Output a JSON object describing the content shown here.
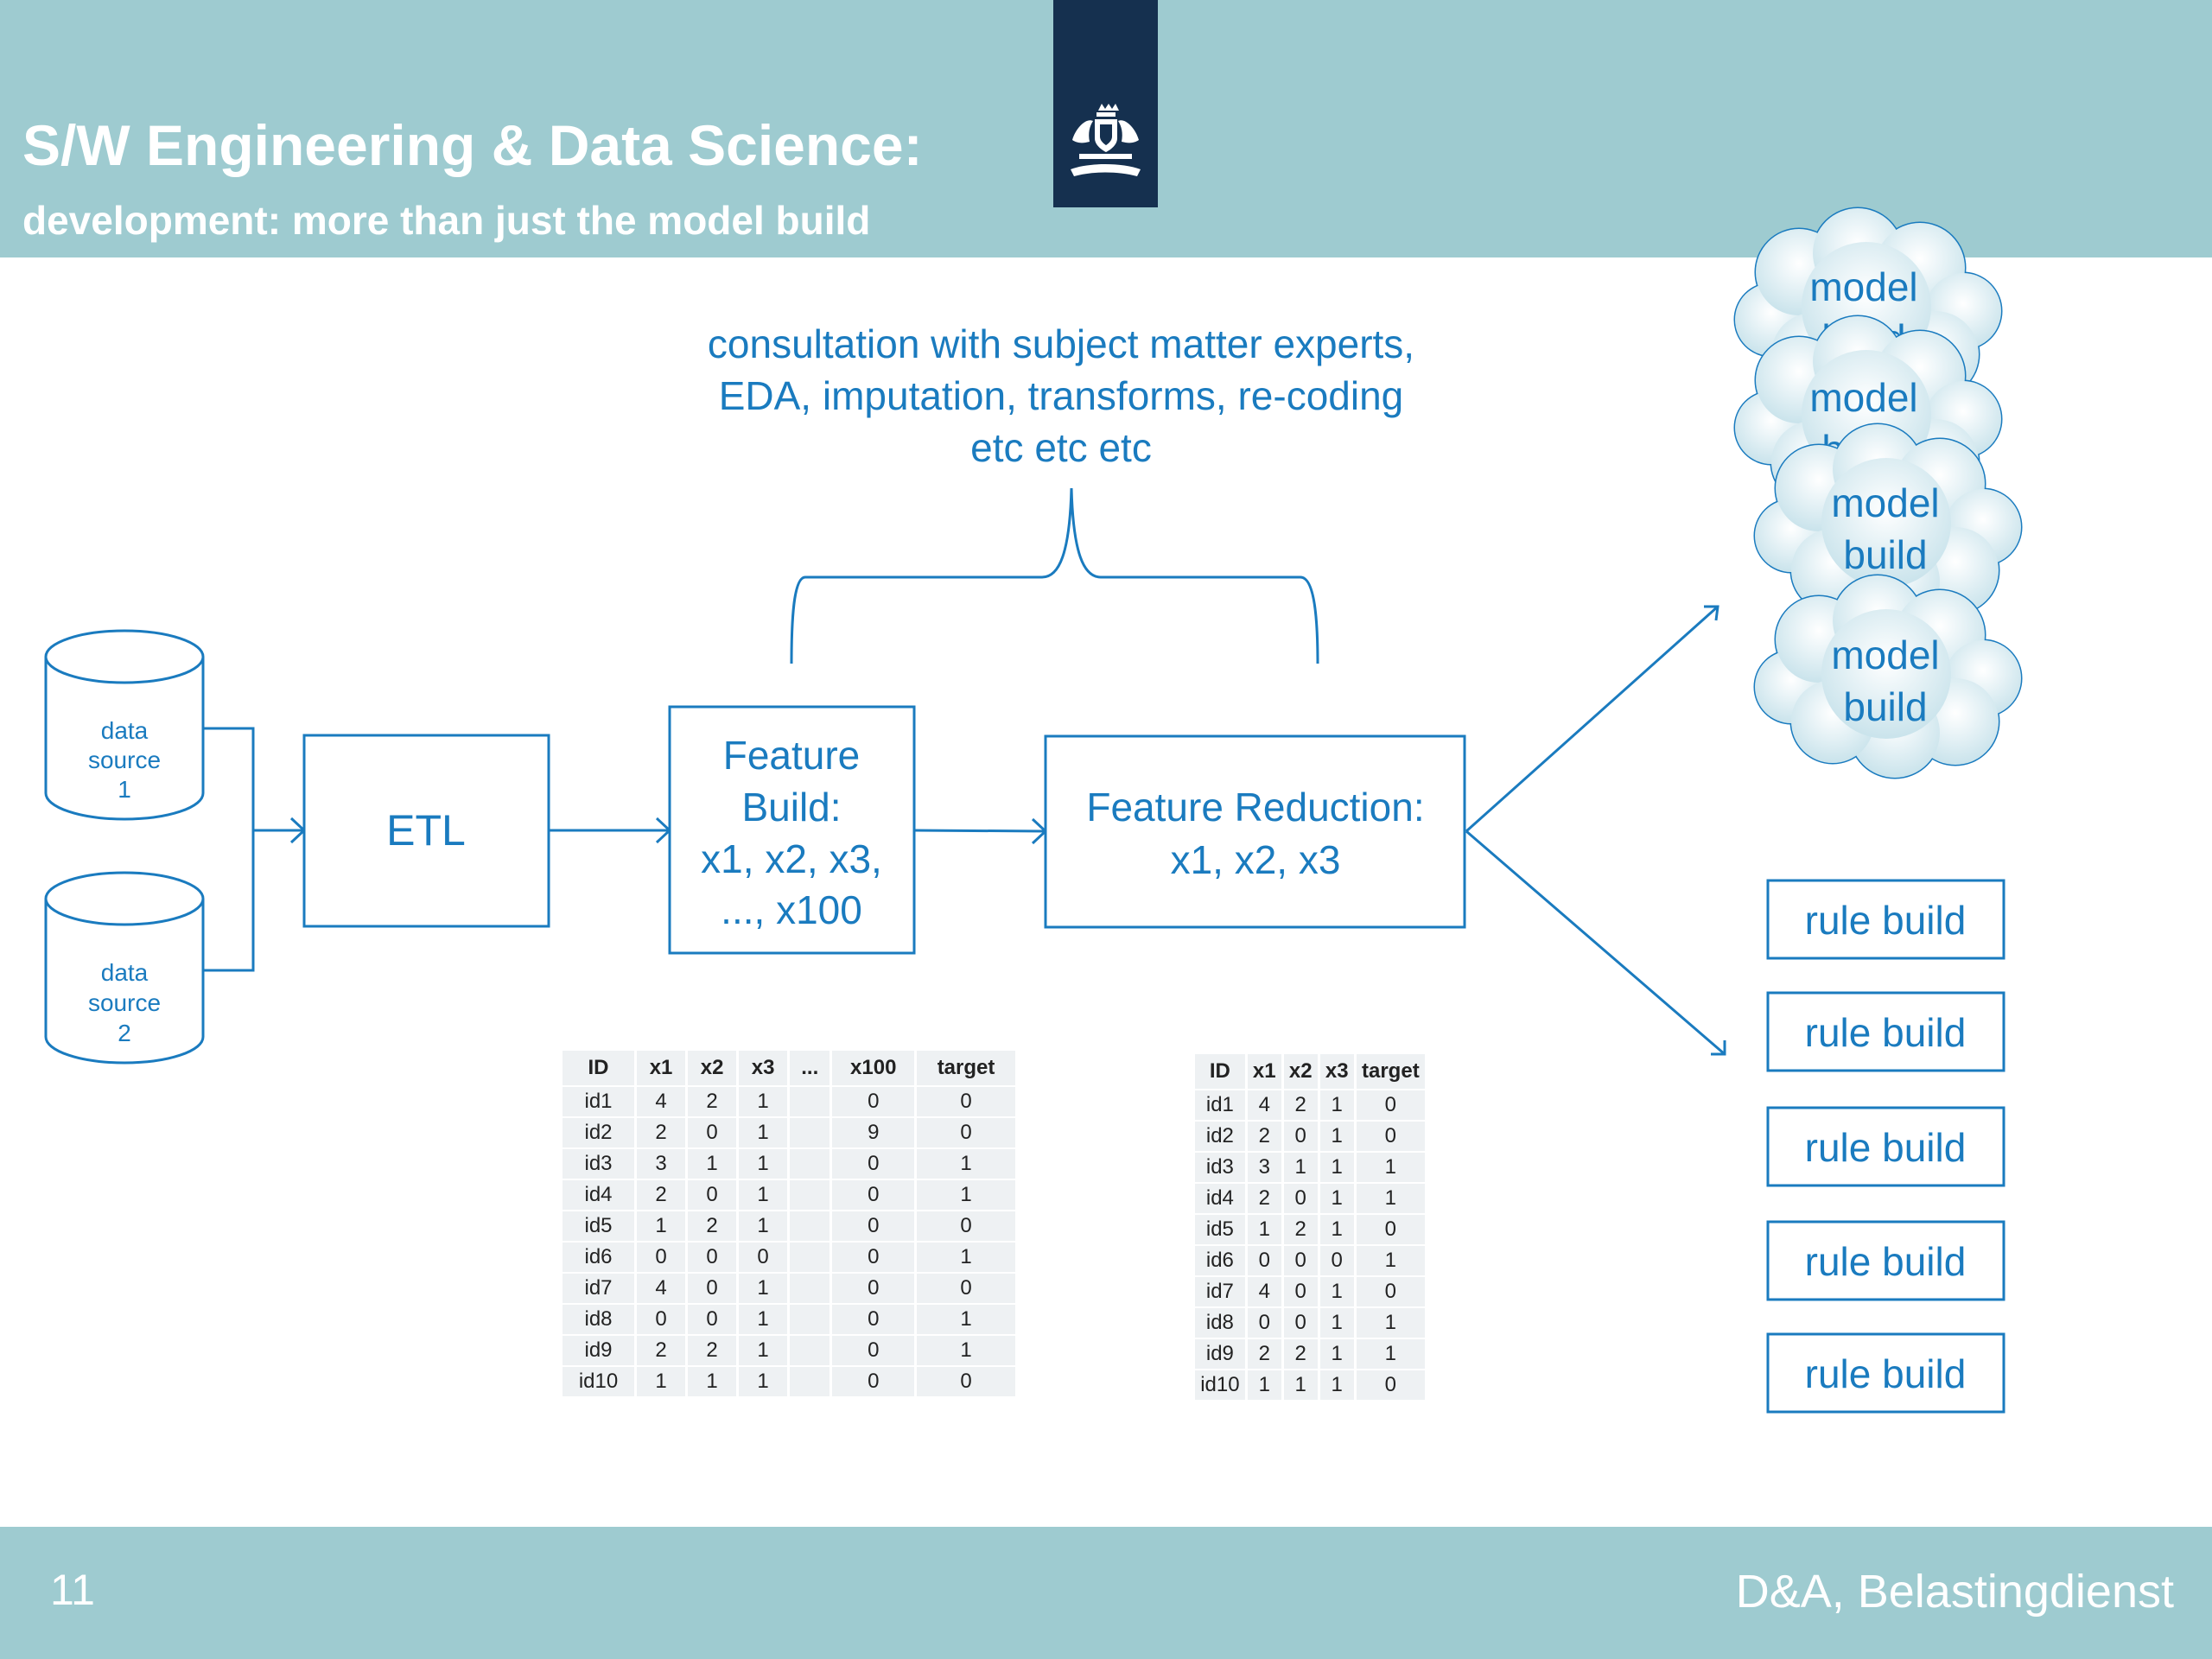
{
  "slide": {
    "title": "S/W Engineering & Data Science:",
    "subtitle": "development: more than just the model build",
    "page_number": "11",
    "organization": "D&A, Belastingdienst"
  },
  "diagram": {
    "data_source_1": [
      "data",
      "source",
      "1"
    ],
    "data_source_2": [
      "data",
      "source",
      "2"
    ],
    "etl": "ETL",
    "feature_build": [
      "Feature",
      "Build:",
      "x1, x2, x3,",
      "..., x100"
    ],
    "feature_reduction": [
      "Feature Reduction:",
      "x1, x2, x3"
    ],
    "consultation": [
      "consultation with subject matter experts,",
      "EDA, imputation, transforms, re-coding",
      "etc etc etc"
    ],
    "model_builds": [
      [
        "model",
        "build"
      ],
      [
        "model",
        "build"
      ],
      [
        "model",
        "build"
      ],
      [
        "model",
        "build"
      ]
    ],
    "rule_builds": [
      "rule build",
      "rule build",
      "rule build",
      "rule build",
      "rule build"
    ]
  },
  "table_full": {
    "columns": [
      "ID",
      "x1",
      "x2",
      "x3",
      "...",
      "x100",
      "target"
    ],
    "rows": [
      [
        "id1",
        "4",
        "2",
        "1",
        "",
        "0",
        "0"
      ],
      [
        "id2",
        "2",
        "0",
        "1",
        "",
        "9",
        "0"
      ],
      [
        "id3",
        "3",
        "1",
        "1",
        "",
        "0",
        "1"
      ],
      [
        "id4",
        "2",
        "0",
        "1",
        "",
        "0",
        "1"
      ],
      [
        "id5",
        "1",
        "2",
        "1",
        "",
        "0",
        "0"
      ],
      [
        "id6",
        "0",
        "0",
        "0",
        "",
        "0",
        "1"
      ],
      [
        "id7",
        "4",
        "0",
        "1",
        "",
        "0",
        "0"
      ],
      [
        "id8",
        "0",
        "0",
        "1",
        "",
        "0",
        "1"
      ],
      [
        "id9",
        "2",
        "2",
        "1",
        "",
        "0",
        "1"
      ],
      [
        "id10",
        "1",
        "1",
        "1",
        "",
        "0",
        "0"
      ]
    ]
  },
  "table_reduced": {
    "columns": [
      "ID",
      "x1",
      "x2",
      "x3",
      "target"
    ],
    "rows": [
      [
        "id1",
        "4",
        "2",
        "1",
        "0"
      ],
      [
        "id2",
        "2",
        "0",
        "1",
        "0"
      ],
      [
        "id3",
        "3",
        "1",
        "1",
        "1"
      ],
      [
        "id4",
        "2",
        "0",
        "1",
        "1"
      ],
      [
        "id5",
        "1",
        "2",
        "1",
        "0"
      ],
      [
        "id6",
        "0",
        "0",
        "0",
        "1"
      ],
      [
        "id7",
        "4",
        "0",
        "1",
        "0"
      ],
      [
        "id8",
        "0",
        "0",
        "1",
        "1"
      ],
      [
        "id9",
        "2",
        "2",
        "1",
        "1"
      ],
      [
        "id10",
        "1",
        "1",
        "1",
        "0"
      ]
    ]
  },
  "colors": {
    "accent_blue": "#1a7bbf",
    "header_teal": "#9ecbd0",
    "logo_navy": "#15304f"
  },
  "icons": {
    "logo": "coat-of-arms-icon"
  }
}
